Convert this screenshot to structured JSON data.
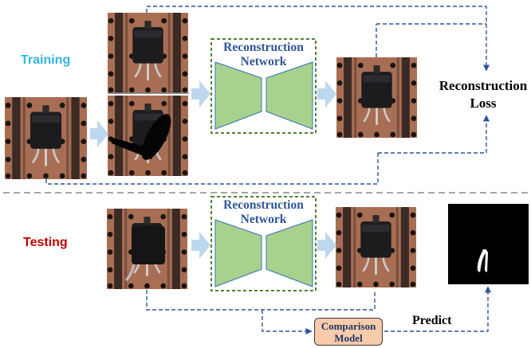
{
  "training_label": "Training",
  "testing_label": "Testing",
  "reconstruction_network_line1": "Reconstruction",
  "reconstruction_network_line2": "Network",
  "reconstruction_loss_line1": "Reconstruction",
  "reconstruction_loss_line2": "Loss",
  "comparison_model_line1": "Comparison",
  "comparison_model_line2": "Model",
  "predict_label": "Predict",
  "colors": {
    "training_text": "#33b5e5",
    "testing_text": "#c00000",
    "network_text": "#2f5597",
    "network_box_border": "#538135",
    "trapezoid_fill": "#a9d18e",
    "arrow_fill": "#bdd7ee",
    "dashed_line": "#2f5597",
    "comparison_box_fill": "#f8cbad",
    "separator": "#a6a6a6"
  },
  "icons": {
    "tile": "pcb-transistor-photo",
    "mask": "defect-mask-image"
  }
}
